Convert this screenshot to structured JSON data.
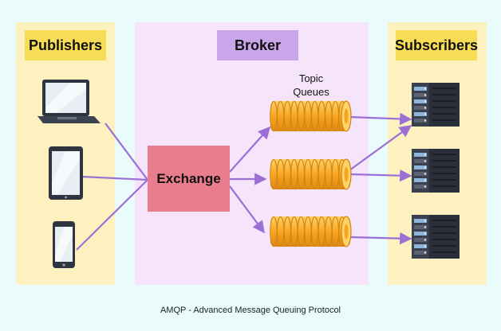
{
  "headers": {
    "publishers": "Publishers",
    "broker": "Broker",
    "subscribers": "Subscribers"
  },
  "exchange_label": "Exchange",
  "topic_queues_label": [
    "Topic",
    "Queues"
  ],
  "caption": "AMQP - Advanced Message Queuing Protocol",
  "colors": {
    "background": "#e9fbfb",
    "side_panel": "#fdf1bf",
    "broker_panel": "#f6e5fa",
    "side_header": "#f7dc56",
    "broker_header": "#c9a6ea",
    "exchange": "#e97d8d",
    "arrow": "#9b6fd6",
    "queue": "#f5a623"
  },
  "icons": {
    "publishers": [
      "laptop-icon",
      "tablet-icon",
      "smartphone-icon"
    ],
    "queues": [
      "queue-cylinder-icon",
      "queue-cylinder-icon",
      "queue-cylinder-icon"
    ],
    "subscribers": [
      "server-icon",
      "server-icon",
      "server-icon"
    ]
  }
}
